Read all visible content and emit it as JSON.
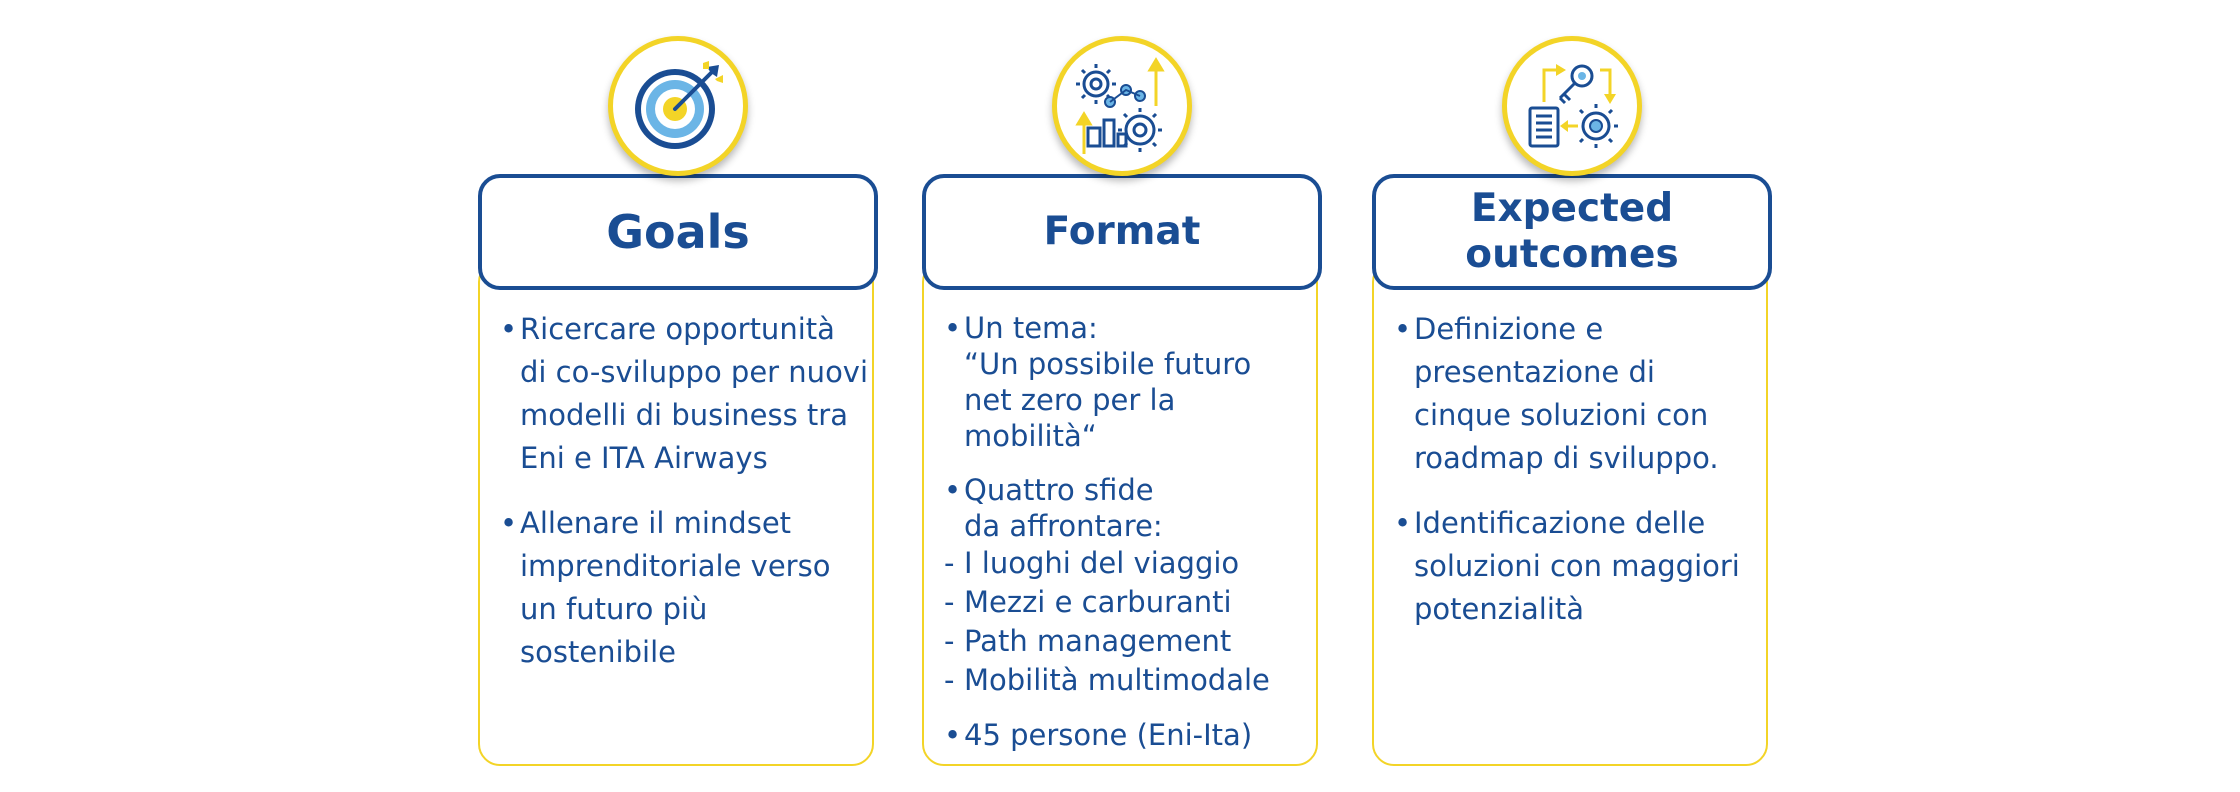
{
  "colors": {
    "primary": "#1a4d93",
    "accent": "#f3d427",
    "light_blue": "#6bb5e6"
  },
  "columns": [
    {
      "title": "Goals",
      "icon": "target-icon",
      "items": [
        {
          "text": "Ricercare opportunità\ndi co-sviluppo per nuovi\nmodelli di business tra\nEni e ITA Airways"
        },
        {
          "text": "Allenare il mindset\nimprenditoriale verso\nun futuro più sostenibile"
        }
      ]
    },
    {
      "title": "Format",
      "icon": "gears-analytics-icon",
      "items": [
        {
          "text": "Un tema:\n“Un possibile futuro\nnet zero per la mobilità“"
        },
        {
          "text": "Quattro sfide\nda affrontare:"
        },
        {
          "text": "45 persone (Eni-Ita)"
        }
      ],
      "sub_items": [
        "I luoghi del viaggio",
        "Mezzi e carburanti",
        "Path management",
        "Mobilità multimodale"
      ]
    },
    {
      "title": "Expected\noutcomes",
      "icon": "key-document-gear-icon",
      "items": [
        {
          "text": "Definizione e\npresentazione di\ncinque soluzioni con\nroadmap di sviluppo."
        },
        {
          "text": "Identificazione delle\nsoluzioni con maggiori\npotenzialità"
        }
      ]
    }
  ],
  "bullet_char": "•",
  "dash_char": "-"
}
